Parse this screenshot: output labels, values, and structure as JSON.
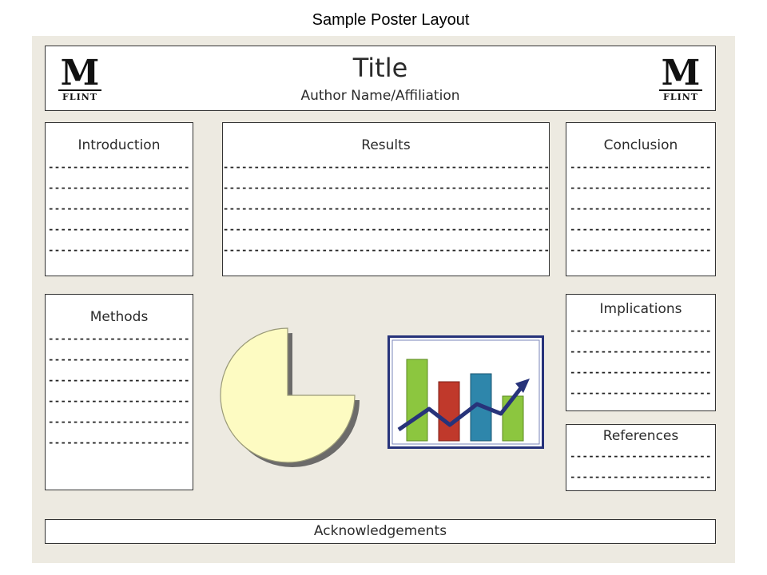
{
  "slide": {
    "title": "Sample Poster Layout"
  },
  "header": {
    "title": "Title",
    "author": "Author Name/Affiliation",
    "logo": {
      "letter": "M",
      "word": "FLINT"
    }
  },
  "sections": {
    "introduction": {
      "heading": "Introduction",
      "lines": [
        "-----------------------",
        "-----------------------",
        "-----------------------",
        "-----------------------",
        "-----------------------"
      ]
    },
    "results": {
      "heading": "Results",
      "lines": [
        "-------------------------------------------------------",
        "-------------------------------------------------------",
        "-------------------------------------------------------",
        "-------------------------------------------------------",
        "-------------------------------------------------------"
      ]
    },
    "conclusion": {
      "heading": "Conclusion",
      "lines": [
        "-----------------------",
        "-----------------------",
        "-----------------------",
        "-----------------------",
        "-----------------------"
      ]
    },
    "methods": {
      "heading": "Methods",
      "lines": [
        "-----------------------",
        "-----------------------",
        "-----------------------",
        "-----------------------",
        "-----------------------",
        "-----------------------"
      ]
    },
    "implications": {
      "heading": "Implications",
      "lines": [
        "-----------------------",
        "-----------------------",
        "-----------------------",
        "-----------------------"
      ]
    },
    "references": {
      "heading": "References",
      "lines": [
        "-----------------------",
        "-----------------------"
      ]
    },
    "acknowledgements": {
      "heading": "Acknowledgements"
    }
  },
  "colors": {
    "poster_bg": "#edeae1",
    "pie_fill": "#fdfbc2",
    "bar_green": "#8cc63f",
    "bar_red": "#c0392b",
    "bar_blue": "#2e86ab",
    "trend_line": "#27337a"
  }
}
